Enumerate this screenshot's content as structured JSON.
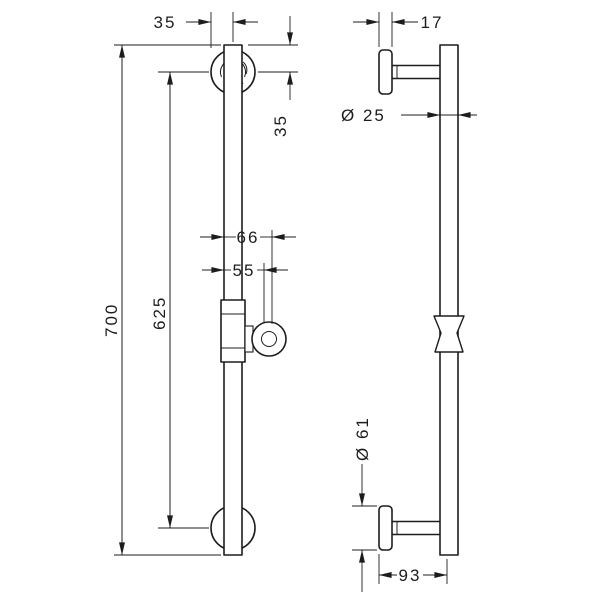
{
  "dims": {
    "front": {
      "top_offset": "35",
      "top_height": "35",
      "total_length": "700",
      "centers_distance": "625",
      "slider_depth": "66",
      "holder_depth": "55"
    },
    "side": {
      "plate_thickness": "17",
      "bar_diameter": "Ø 25",
      "plate_diameter": "Ø 61",
      "wall_distance": "93"
    }
  },
  "colors": {
    "line": "#1d1d1b",
    "background": "#ffffff"
  }
}
